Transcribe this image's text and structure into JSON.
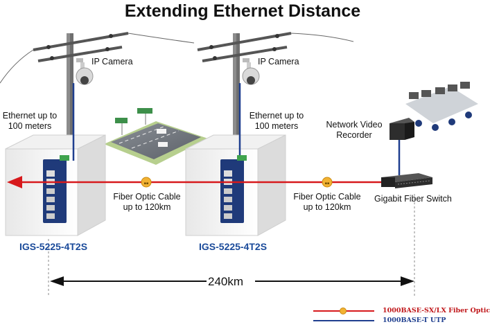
{
  "title": "Extending Ethernet Distance",
  "site_left": {
    "camera_label": "IP Camera",
    "ethernet_label_line1": "Ethernet up to",
    "ethernet_label_line2": "100 meters",
    "switch_model": "IGS-5225-4T2S"
  },
  "site_middle": {
    "camera_label": "IP Camera",
    "ethernet_label_line1": "Ethernet up to",
    "ethernet_label_line2": "100 meters",
    "switch_model": "IGS-5225-4T2S"
  },
  "fiber_link_1": {
    "line1": "Fiber Optic Cable",
    "line2": "up to 120km"
  },
  "fiber_link_2": {
    "line1": "Fiber Optic Cable",
    "line2": "up to 120km"
  },
  "nvr_label": {
    "line1": "Network Video",
    "line2": "Recorder"
  },
  "gigabit_switch_label": "Gigabit Fiber Switch",
  "distance_label": "240km",
  "legend": {
    "fiber_label": "1000BASE-SX/LX Fiber Optic",
    "utp_label": "1000BASE-T UTP"
  },
  "colors": {
    "fiber": "#d7191c",
    "utp": "#1f3f8f",
    "model_text": "#1a4a9a",
    "fiber_connector": "#f2b233"
  }
}
